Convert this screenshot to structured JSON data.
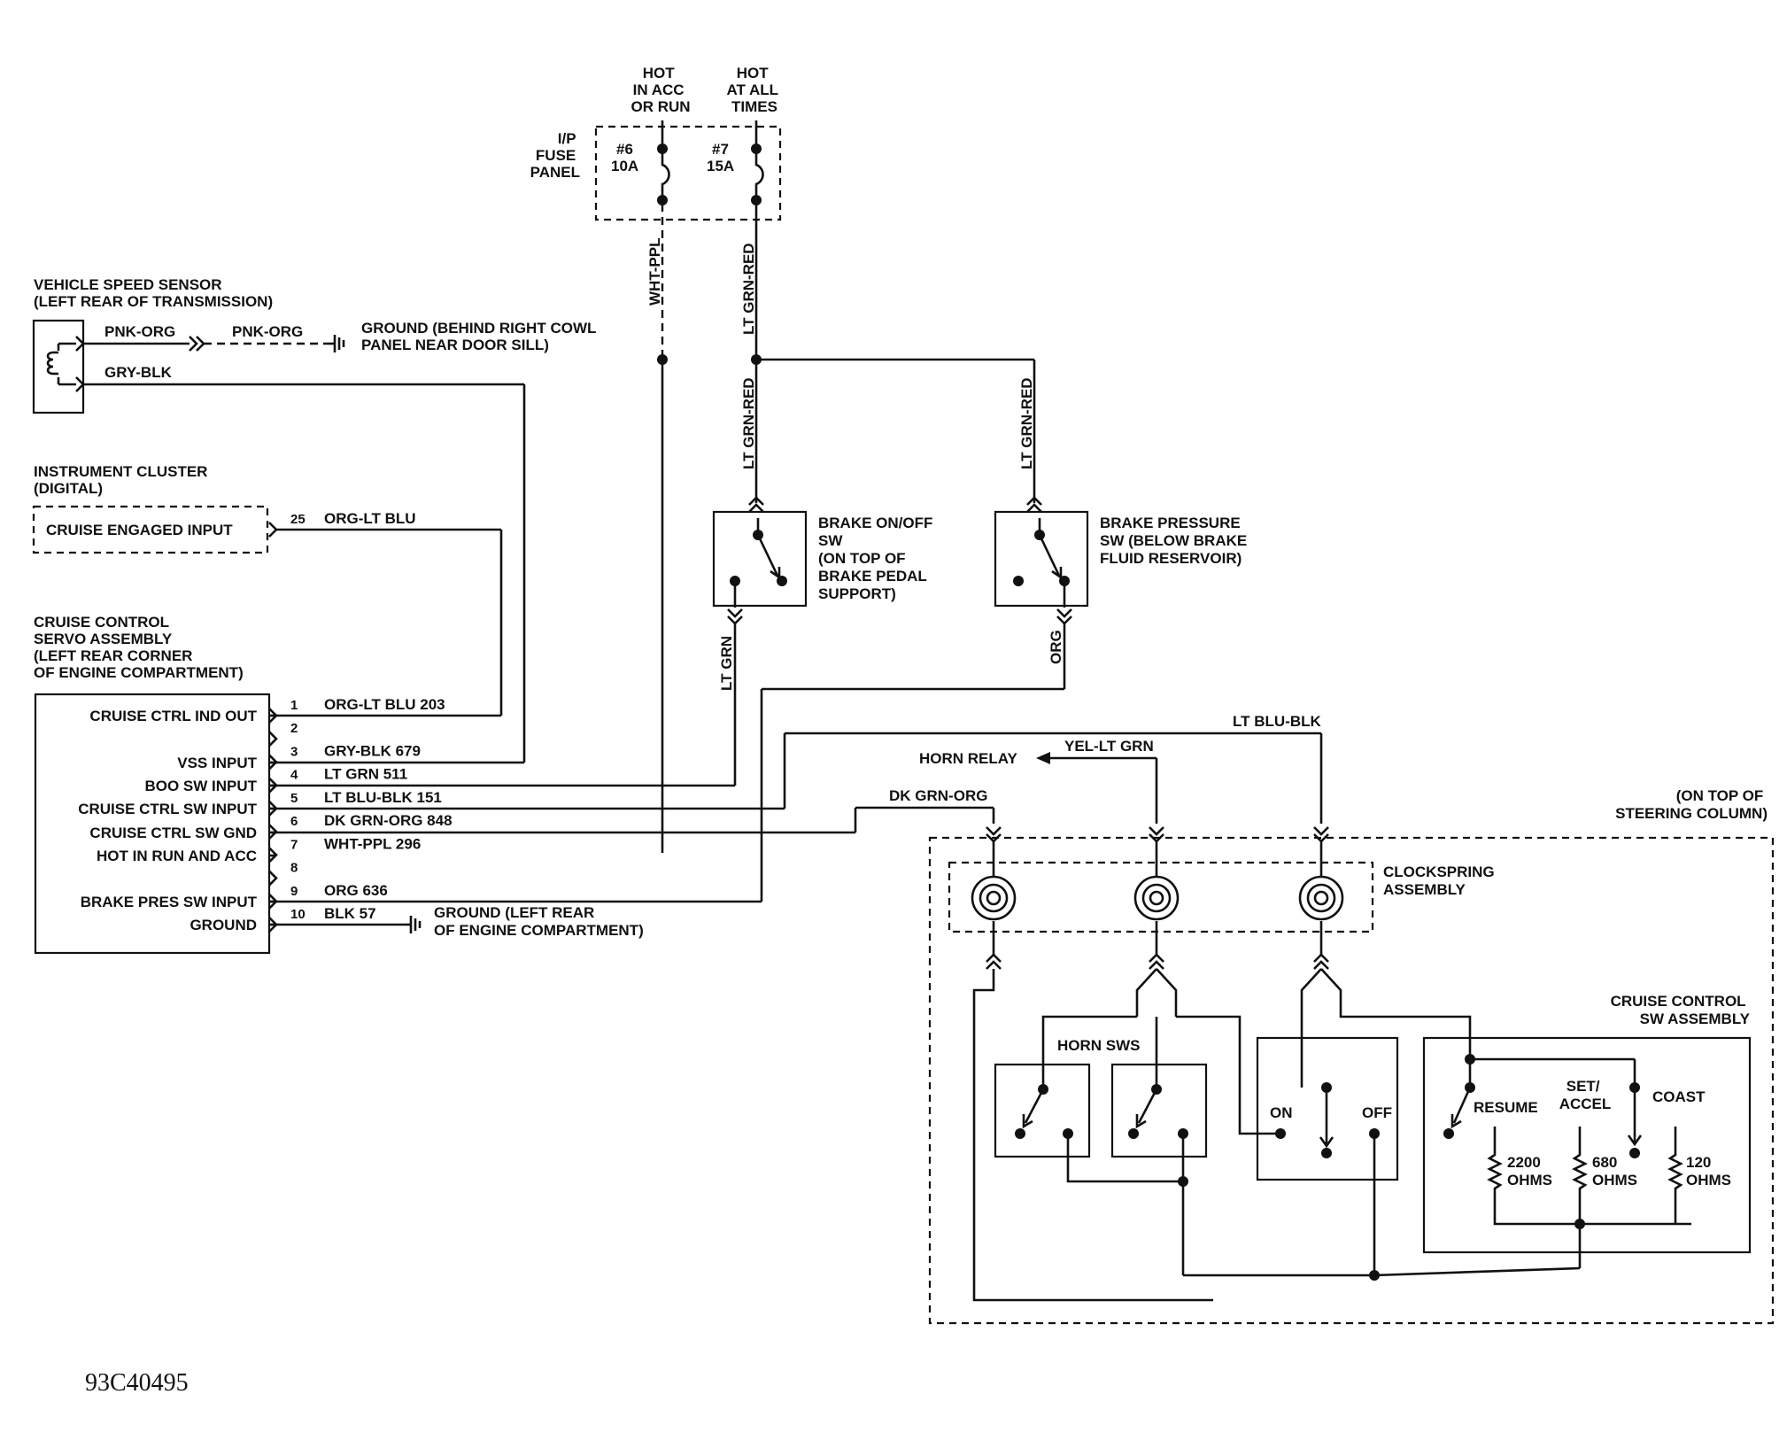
{
  "code": "93C40495",
  "power": {
    "hot_acc_run": [
      "HOT",
      "IN ACC",
      "OR RUN"
    ],
    "hot_all_times": [
      "HOT",
      "AT ALL",
      "TIMES"
    ],
    "fuse_panel": [
      "I/P",
      "FUSE",
      "PANEL"
    ],
    "fuse6": [
      "#6",
      "10A"
    ],
    "fuse7": [
      "#7",
      "15A"
    ]
  },
  "vss": {
    "title": [
      "VEHICLE SPEED SENSOR",
      "(LEFT REAR OF TRANSMISSION)"
    ],
    "wire1": "PNK-ORG",
    "wire2": "PNK-ORG",
    "wire3": "GRY-BLK",
    "ground": [
      "GROUND (BEHIND RIGHT COWL",
      "PANEL NEAR DOOR SILL)"
    ]
  },
  "cluster": {
    "title": [
      "INSTRUMENT CLUSTER",
      "(DIGITAL)"
    ],
    "input": "CRUISE ENGAGED INPUT",
    "pin": "25",
    "wire": "ORG-LT BLU"
  },
  "servo": {
    "title": [
      "CRUISE CONTROL",
      "SERVO ASSEMBLY",
      "(LEFT REAR CORNER",
      "OF ENGINE COMPARTMENT)"
    ],
    "pins": [
      {
        "label": "CRUISE CTRL IND OUT",
        "num": "1",
        "wire": "ORG-LT BLU 203"
      },
      {
        "label": "",
        "num": "2",
        "wire": ""
      },
      {
        "label": "",
        "num": "3",
        "wire": "GRY-BLK 679"
      },
      {
        "label": "VSS INPUT",
        "num": "4",
        "wire": "LT GRN 511"
      },
      {
        "label": "BOO SW INPUT",
        "num": "5",
        "wire": "LT BLU-BLK 151"
      },
      {
        "label": "CRUISE CTRL SW INPUT",
        "num": "6",
        "wire": "DK GRN-ORG 848"
      },
      {
        "label": "CRUISE CTRL SW GND",
        "num": "7",
        "wire": "WHT-PPL 296"
      },
      {
        "label": "HOT IN RUN AND ACC",
        "num": "8",
        "wire": ""
      },
      {
        "label": "",
        "num": "9",
        "wire": "ORG 636"
      },
      {
        "label": "BRAKE PRES SW INPUT",
        "num": "10",
        "wire": "BLK 57"
      },
      {
        "label": "GROUND",
        "num": "",
        "wire": ""
      }
    ],
    "ground": [
      "GROUND (LEFT REAR",
      "OF ENGINE COMPARTMENT)"
    ]
  },
  "wires": {
    "wht_ppl": "WHT-PPL",
    "lt_grn_red_top": "LT GRN-RED",
    "lt_grn_red_left": "LT GRN-RED",
    "lt_grn_red_right": "LT GRN-RED",
    "lt_grn": "LT GRN",
    "org": "ORG",
    "lt_blu_blk": "LT BLU-BLK",
    "yel_lt_grn": "YEL-LT GRN",
    "dk_grn_org": "DK GRN-ORG"
  },
  "brake_on_off": [
    "BRAKE ON/OFF",
    "SW",
    "(ON TOP OF",
    "BRAKE PEDAL",
    "SUPPORT)"
  ],
  "brake_pressure": [
    "BRAKE PRESSURE",
    "SW (BELOW BRAKE",
    "FLUID RESERVOIR)"
  ],
  "horn_relay": "HORN RELAY",
  "steering_column": [
    "(ON TOP OF",
    "STEERING COLUMN)"
  ],
  "clockspring": [
    "CLOCKSPRING",
    "ASSEMBLY"
  ],
  "horn_sws": "HORN SWS",
  "on": "ON",
  "off": "OFF",
  "cruise_sw": {
    "title": [
      "CRUISE CONTROL",
      "SW ASSEMBLY"
    ],
    "resume": "RESUME",
    "set_accel": [
      "SET/",
      "ACCEL"
    ],
    "coast": "COAST",
    "r2200": [
      "2200",
      "OHMS"
    ],
    "r680": [
      "680",
      "OHMS"
    ],
    "r120": [
      "120",
      "OHMS"
    ]
  }
}
